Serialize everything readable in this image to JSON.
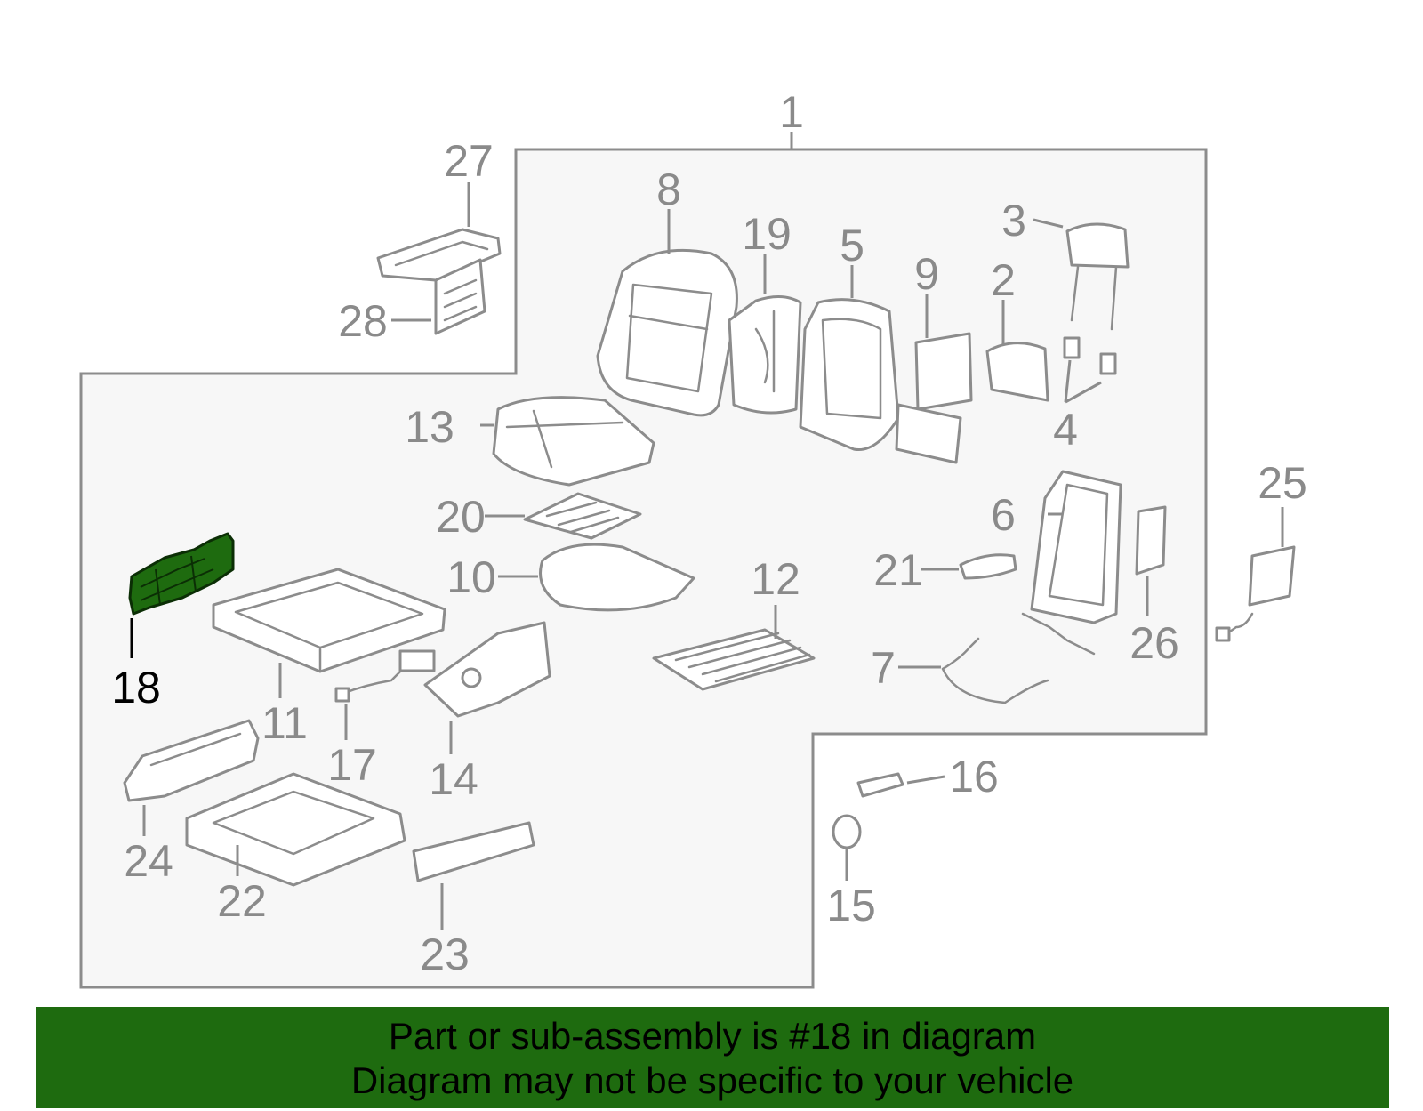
{
  "colors": {
    "highlight_part": "#1e6b0f",
    "banner_background": "#1e6b0f",
    "line_gray": "#8c8c8c",
    "group_fill": "#f7f7f7"
  },
  "highlighted_callout": "18",
  "callouts": {
    "c1": "1",
    "c2": "2",
    "c3": "3",
    "c4": "4",
    "c5": "5",
    "c6": "6",
    "c7": "7",
    "c8": "8",
    "c9": "9",
    "c10": "10",
    "c11": "11",
    "c12": "12",
    "c13": "13",
    "c14": "14",
    "c15": "15",
    "c16": "16",
    "c17": "17",
    "c18": "18",
    "c19": "19",
    "c20": "20",
    "c21": "21",
    "c22": "22",
    "c23": "23",
    "c24": "24",
    "c25": "25",
    "c26": "26",
    "c27": "27",
    "c28": "28"
  },
  "banner": {
    "line1": "Part or sub-assembly is #18 in diagram",
    "line2": "Diagram may not be specific to your vehicle"
  }
}
